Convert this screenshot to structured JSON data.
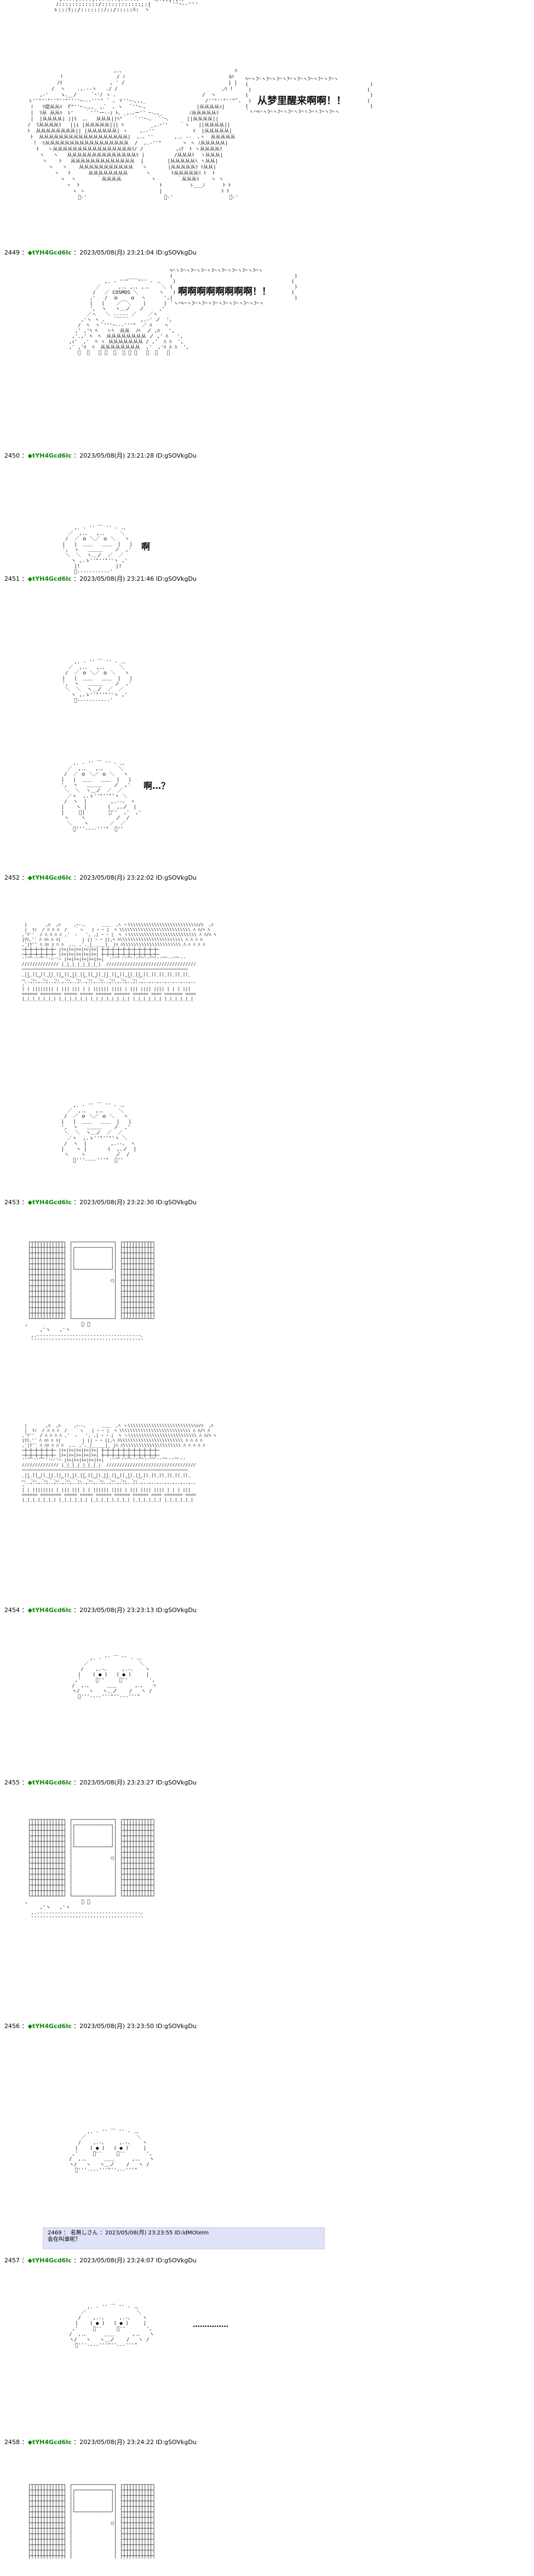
{
  "bubbles": {
    "b1": "从梦里醒来啊啊！！",
    "b2": "啊啊啊啊啊啊啊啊！！",
    "b3": "啊",
    "b4": "啊…？",
    "b5": "……………"
  },
  "posts": [
    {
      "no": "2449",
      "name": "◆tYH4Gcd6Ic",
      "date": "2023/05/08(月) 23:21:04 ID:gSOVkgDu"
    },
    {
      "no": "2450",
      "name": "◆tYH4Gcd6Ic",
      "date": "2023/05/08(月) 23:21:28 ID:gSOVkgDu"
    },
    {
      "no": "2451",
      "name": "◆tYH4Gcd6Ic",
      "date": "2023/05/08(月) 23:21:46 ID:gSOVkgDu"
    },
    {
      "no": "2452",
      "name": "◆tYH4Gcd6Ic",
      "date": "2023/05/08(月) 23:22:02 ID:gSOVkgDu"
    },
    {
      "no": "2453",
      "name": "◆tYH4Gcd6Ic",
      "date": "2023/05/08(月) 23:22:30 ID:gSOVkgDu"
    },
    {
      "no": "2454",
      "name": "◆tYH4Gcd6Ic",
      "date": "2023/05/08(月) 23:23:13 ID:gSOVkgDu"
    },
    {
      "no": "2455",
      "name": "◆tYH4Gcd6Ic",
      "date": "2023/05/08(月) 23:23:27 ID:gSOVkgDu"
    },
    {
      "no": "2456",
      "name": "◆tYH4Gcd6Ic",
      "date": "2023/05/08(月) 23:23:50 ID:gSOVkgDu"
    },
    {
      "no": "2457",
      "name": "◆tYH4Gcd6Ic",
      "date": "2023/05/08(月) 23:24:07 ID:gSOVkgDu"
    },
    {
      "no": "2458",
      "name": "◆tYH4Gcd6Ic",
      "date": "2023/05/08(月) 23:24:22 ID:gSOVkgDu"
    }
  ],
  "note": {
    "line1": "2469 ： 名無しさん ：2023/05/08(月) 23:23:55 ID:ldMOteIm",
    "line2": "会在叫谁呢？"
  },
  "colors": {
    "name": "#0a8a0a",
    "note_bg": "#dfe3f7"
  }
}
